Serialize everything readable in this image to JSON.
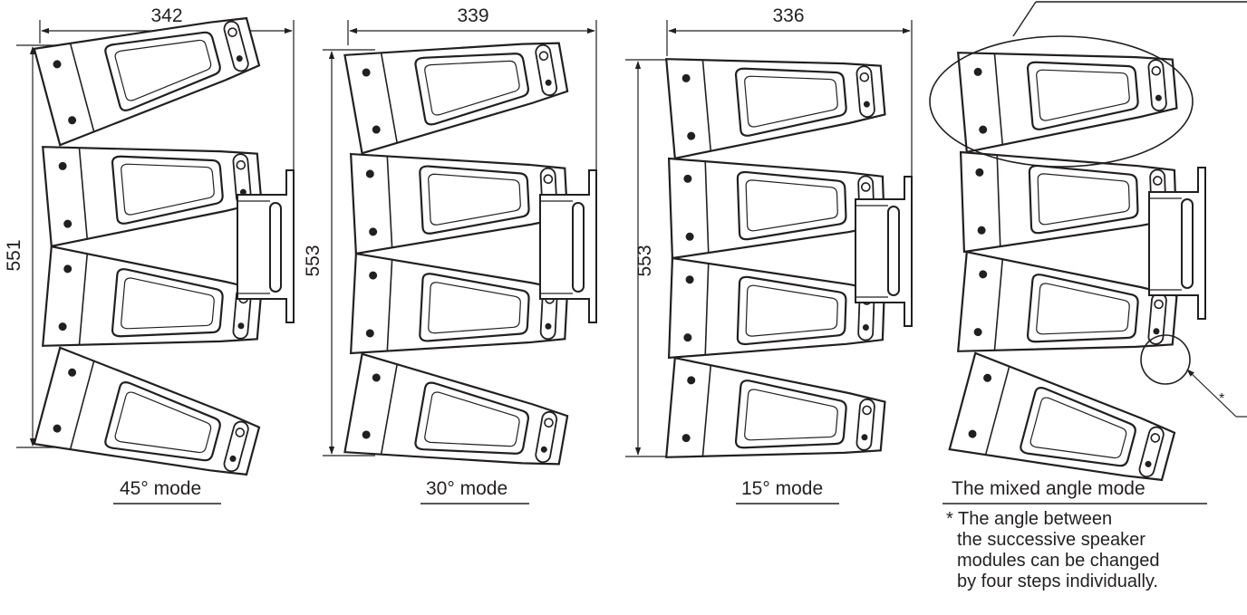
{
  "panels": [
    {
      "width": "342",
      "height": "551",
      "caption": "45° mode",
      "tilts": [
        15,
        5,
        -5,
        -15
      ]
    },
    {
      "width": "339",
      "height": "553",
      "caption": "30° mode",
      "tilts": [
        10,
        3,
        -3,
        -10
      ]
    },
    {
      "width": "336",
      "height": "553",
      "caption": "15° mode",
      "tilts": [
        5,
        2,
        -2,
        -5
      ]
    },
    {
      "width": "",
      "height": "",
      "caption": "The mixed angle mode",
      "tilts": [
        5,
        2,
        -5,
        -15
      ]
    }
  ],
  "callout_marker": "*",
  "note": {
    "asterisk": "*",
    "lines": [
      "The angle between",
      "the successive speaker",
      "modules can be changed",
      "by four steps individually."
    ]
  }
}
